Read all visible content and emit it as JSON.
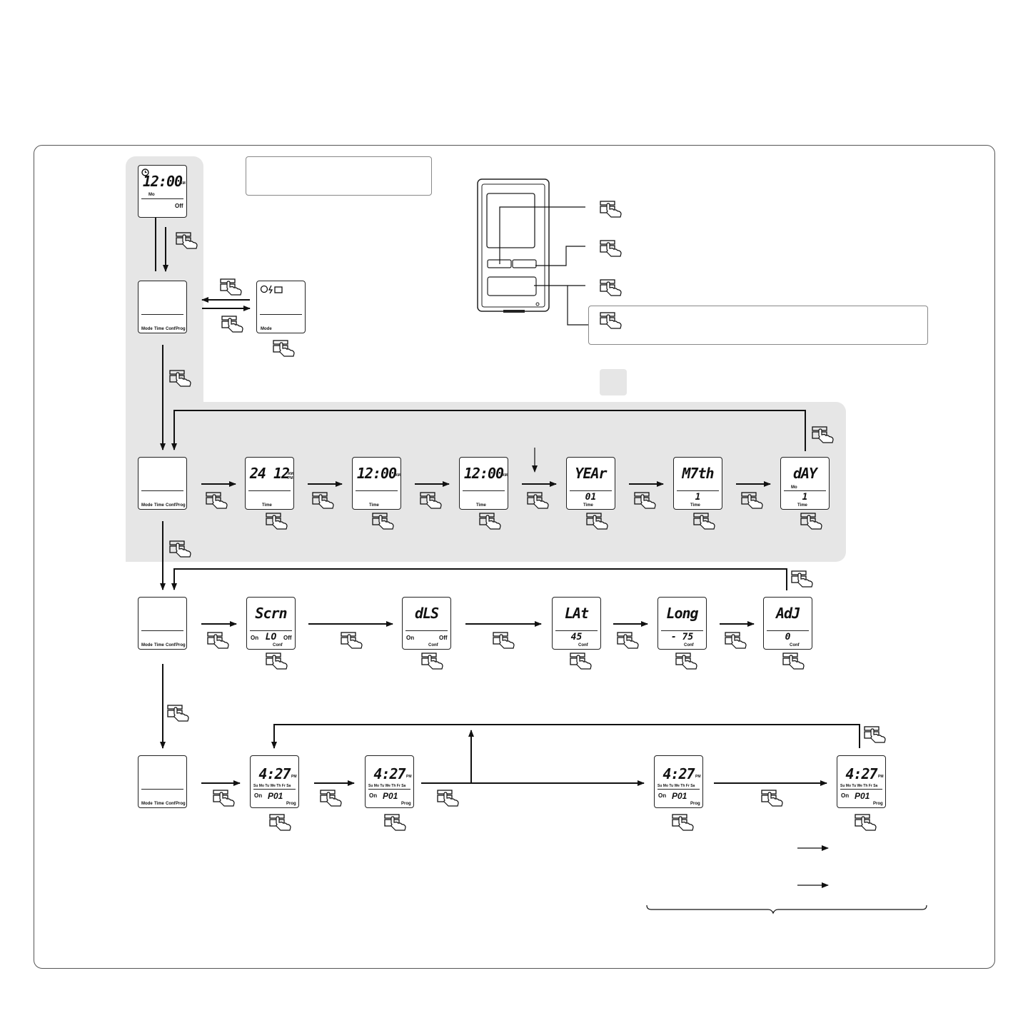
{
  "icons": {
    "button": "button-press-hand-icon",
    "clock": "clock-icon"
  },
  "displays": {
    "home": {
      "time": "12:00",
      "ampm": "AM",
      "day": "Mo",
      "status": "Off"
    },
    "menu": {
      "mode": "Mode",
      "time": "Time",
      "conf": "Conf",
      "prog": "Prog"
    },
    "mode_screen": {
      "label": "Mode"
    },
    "time_screens": [
      {
        "big": "24 12",
        "ampm": "AM\nPM",
        "label": "Time",
        "sub": ""
      },
      {
        "big": "12:00",
        "ampm": "AM",
        "label": "Time",
        "sub": ""
      },
      {
        "big": "12:00",
        "ampm": "AM",
        "label": "Time",
        "sub": ""
      },
      {
        "big": "YEAr",
        "ampm": "",
        "label": "Time",
        "sub": "01"
      },
      {
        "big": "M7th",
        "ampm": "",
        "label": "Time",
        "sub": "1"
      },
      {
        "big": "dAY",
        "ampm": "",
        "label": "Time",
        "sub": "1",
        "day": "Mo"
      }
    ],
    "conf_screens": [
      {
        "big": "Scrn",
        "left": "On",
        "mid": "LO",
        "right": "Off",
        "label": "Conf"
      },
      {
        "big": "dLS",
        "left": "On",
        "mid": "",
        "right": "Off",
        "label": "Conf"
      },
      {
        "big": "LAt",
        "left": "",
        "mid": "45",
        "right": "",
        "label": "Conf"
      },
      {
        "big": "Long",
        "left": "",
        "mid": "- 75",
        "right": "",
        "label": "Conf"
      },
      {
        "big": "AdJ",
        "left": "",
        "mid": "0",
        "right": "",
        "label": "Conf"
      }
    ],
    "prog_screens": [
      {
        "time": "4:27",
        "ampm": "PM",
        "days": "Su Mo Tu We Th Fr Sa",
        "state": "On",
        "prog_no": "P01",
        "label": "Prog"
      },
      {
        "time": "4:27",
        "ampm": "PM",
        "days": "Su Mo Tu We Th Fr Sa",
        "state": "On",
        "prog_no": "P01",
        "label": "Prog"
      },
      {
        "time": "4:27",
        "ampm": "PM",
        "days": "Su Mo Tu We Th Fr Sa",
        "state": "On",
        "prog_no": "P01",
        "label": "Prog"
      },
      {
        "time": "4:27",
        "ampm": "PM",
        "days": "Su Mo Tu We Th Fr Sa",
        "state": "On",
        "prog_no": "P01",
        "label": "Prog"
      }
    ]
  }
}
